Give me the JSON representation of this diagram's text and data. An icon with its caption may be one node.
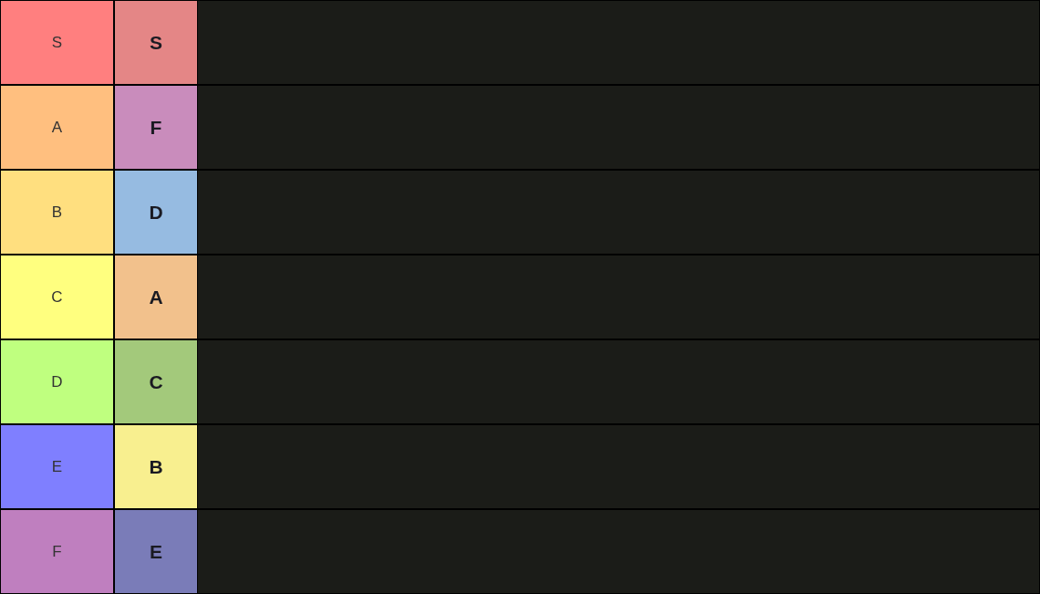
{
  "diagram": {
    "nodes": [
      {
        "text": [
          "S"
        ]
      },
      {
        "text": [
          "S"
        ]
      },
      {
        "text": [
          "A"
        ]
      },
      {
        "text": [
          "F"
        ]
      },
      {
        "text": [
          "B"
        ]
      },
      {
        "text": [
          "D"
        ]
      },
      {
        "text": [
          "C"
        ]
      },
      {
        "text": [
          "A"
        ]
      },
      {
        "text": [
          "D"
        ]
      },
      {
        "text": [
          "C"
        ]
      },
      {
        "text": [
          "E"
        ]
      },
      {
        "text": [
          "B"
        ]
      },
      {
        "text": [
          "F"
        ]
      },
      {
        "text": [
          "E"
        ]
      }
    ]
  }
}
